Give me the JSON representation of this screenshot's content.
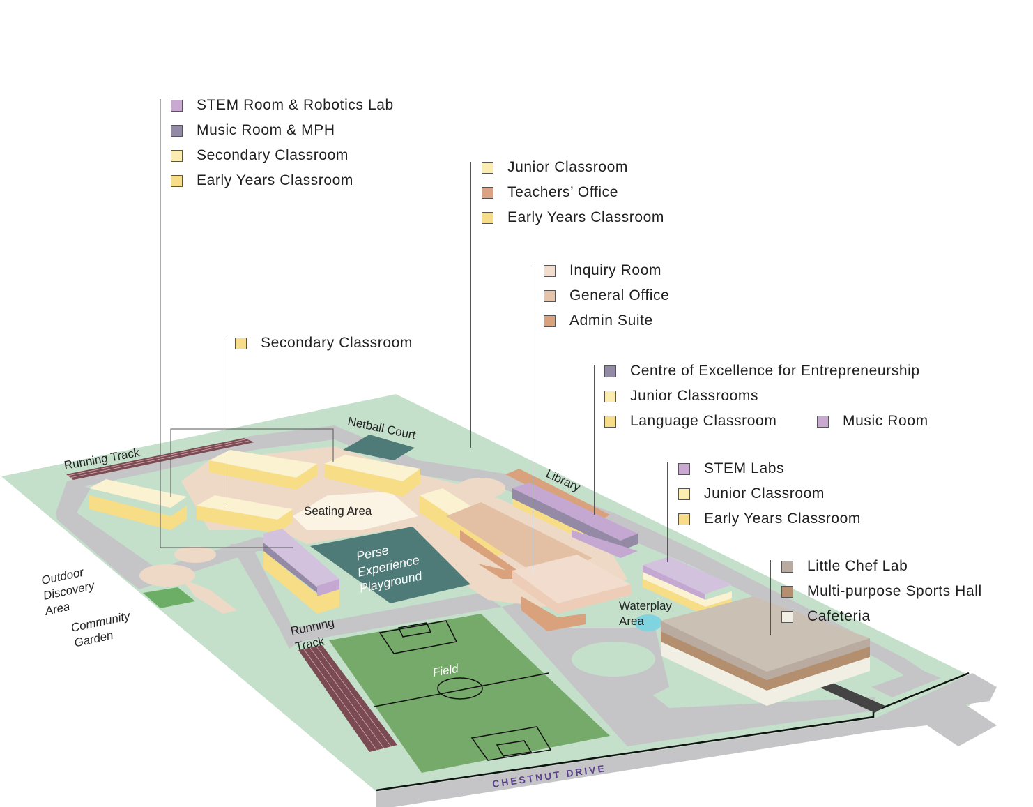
{
  "colors": {
    "grass": "#c4e0cb",
    "path": "#c5c5c8",
    "sand": "#eed9c6",
    "field": "#76aa6a",
    "playground": "#4e7a77",
    "court": "#4e7a77",
    "track": "#7a4b52",
    "yellow_light": "#fbf2d2",
    "yellow": "#f6dd86",
    "purple_light": "#d2c2de",
    "purple_dark": "#958aa6",
    "purple": "#c4a8d2",
    "orange": "#daa27c",
    "peach": "#edcdb7",
    "taupe": "#b9ab9f",
    "brown": "#b38f70",
    "cream": "#f1efe3",
    "water": "#7fd4e0"
  },
  "legend_groups": [
    {
      "items": [
        {
          "label": "STEM Room & Robotics Lab",
          "color": "#c9a9d2"
        },
        {
          "label": "Music Room & MPH",
          "color": "#938aa6"
        },
        {
          "label": "Secondary Classroom",
          "color": "#fbecb1"
        },
        {
          "label": "Early Years Classroom",
          "color": "#f7dd8a"
        }
      ]
    },
    {
      "items": [
        {
          "label": "Secondary Classroom",
          "color": "#f7dd8a"
        }
      ]
    },
    {
      "items": [
        {
          "label": "Junior Classroom",
          "color": "#fbecb1"
        },
        {
          "label": "Teachers’ Office",
          "color": "#dba383"
        },
        {
          "label": "Early Years Classroom",
          "color": "#f7dd8a"
        }
      ]
    },
    {
      "items": [
        {
          "label": "Inquiry Room",
          "color": "#f1dccd"
        },
        {
          "label": "General Office",
          "color": "#e6c4a9"
        },
        {
          "label": "Admin Suite",
          "color": "#daa27c"
        }
      ]
    },
    {
      "items": [
        {
          "label": "Centre of Excellence for Entrepreneurship",
          "color": "#938aa6"
        },
        {
          "label": "Junior Classrooms",
          "color": "#fbecb1"
        },
        {
          "label": "Language Classroom",
          "color": "#f7dd8a"
        },
        {
          "label": "Music Room",
          "color": "#c9a9d2"
        }
      ]
    },
    {
      "items": [
        {
          "label": "STEM Labs",
          "color": "#c9a9d2"
        },
        {
          "label": "Junior Classroom",
          "color": "#fbecb1"
        },
        {
          "label": "Early Years Classroom",
          "color": "#f7dd8a"
        }
      ]
    },
    {
      "items": [
        {
          "label": "Little Chef Lab",
          "color": "#b9ab9f"
        },
        {
          "label": "Multi-purpose Sports Hall",
          "color": "#b38f70"
        },
        {
          "label": "Cafeteria",
          "color": "#f1efe3"
        }
      ]
    }
  ],
  "map_labels": {
    "running_track_top": "Running Track",
    "netball_court": "Netball Court",
    "library": "Library",
    "seating_area": "Seating Area",
    "playground": [
      "Perse",
      "Experience",
      "Playground"
    ],
    "outdoor_discovery": [
      "Outdoor",
      "Discovery",
      "Area"
    ],
    "community_garden": [
      "Community",
      "Garden"
    ],
    "running_track_bottom": [
      "Running",
      "Track"
    ],
    "field": "Field",
    "waterplay": [
      "Waterplay",
      "Area"
    ],
    "road": "CHESTNUT DRIVE"
  }
}
